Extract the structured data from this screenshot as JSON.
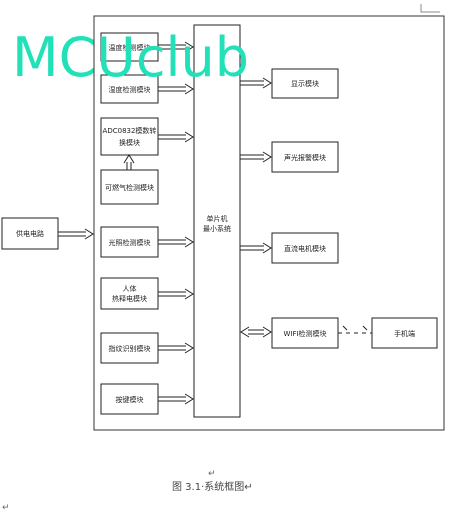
{
  "diagram": {
    "watermark": "MCUclub",
    "caption": "图 3.1·系统框图↵",
    "return_mark": "↵",
    "nodes": {
      "temp": "温度检测模块",
      "humidity": "湿度检测模块",
      "adc_line1": "ADC0832模数转",
      "adc_line2": "换模块",
      "gas": "可燃气检测模块",
      "power": "供电电路",
      "light": "光照检测模块",
      "pir_line1": "人体",
      "pir_line2": "热释电模块",
      "fingerprint": "指纹识别模块",
      "keys": "按键模块",
      "mcu_line1": "单片机",
      "mcu_line2": "最小系统",
      "display": "显示模块",
      "alarm": "声光报警模块",
      "motor": "直流电机模块",
      "wifi": "WIFI检测模块",
      "phone": "手机端"
    }
  }
}
